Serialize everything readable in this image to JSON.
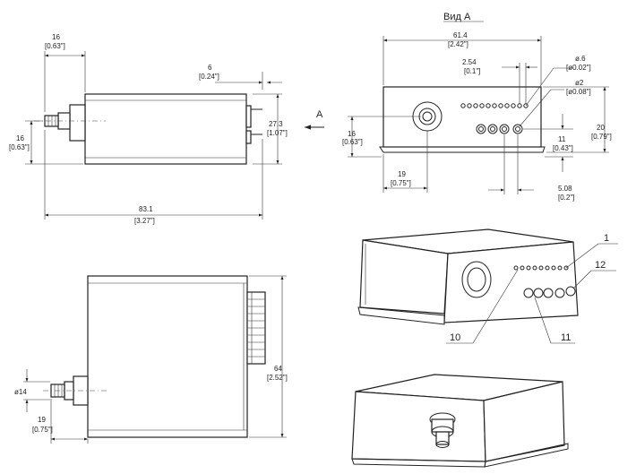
{
  "view_title": "Вид А",
  "arrow_label": "A",
  "side_view": {
    "dim_connector_offset_mm": "16",
    "dim_connector_offset_in": "[0.63\"]",
    "dim_pin_mm": "6",
    "dim_pin_in": "[0.24\"]",
    "dim_height_mm": "27.3",
    "dim_height_in": "[1.07\"]",
    "dim_axis_mm": "16",
    "dim_axis_in": "[0.63\"]",
    "dim_length_mm": "83.1",
    "dim_length_in": "[3.27\"]"
  },
  "front_view": {
    "dim_width_mm": "61.4",
    "dim_width_in": "[2.42\"]",
    "dim_pitch_mm": "2.54",
    "dim_pitch_in": "[0.1\"]",
    "dim_small_hole_mm": "ø.6",
    "dim_small_hole_in": "[ø0.02\"]",
    "dim_big_hole_mm": "ø2",
    "dim_big_hole_in": "[ø0.08\"]",
    "dim_axis_h_mm": "16",
    "dim_axis_h_in": "[0.63\"]",
    "dim_axis_x_mm": "19",
    "dim_axis_x_in": "[0.75\"]",
    "dim_pins_h_mm": "11",
    "dim_pins_h_in": "[0.43\"]",
    "dim_height_mm": "20",
    "dim_height_in": "[0.79\"]",
    "dim_pin_space_mm": "5.08",
    "dim_pin_space_in": "[0.2\"]"
  },
  "top_view": {
    "dim_width_mm": "64",
    "dim_width_in": "[2.52\"]",
    "dim_conn_dia_mm": "ø14",
    "dim_conn_x_mm": "19",
    "dim_conn_x_in": "[0.75\"]"
  },
  "callouts": [
    "1",
    "12",
    "10",
    "11"
  ]
}
